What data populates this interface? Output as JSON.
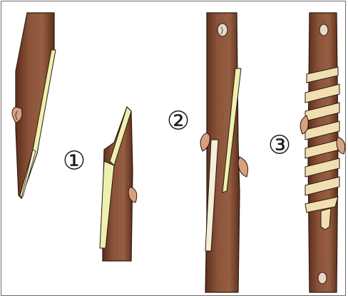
{
  "steps": [
    {
      "label": "①"
    },
    {
      "label": "②"
    },
    {
      "label": "③"
    }
  ],
  "colors": {
    "bark": "#8a5038",
    "bark_dark": "#5a2d1c",
    "cambium": "#eef0b0",
    "wood_light": "#f4efd8",
    "bud": "#d9a080",
    "tape": "#f0dfb0",
    "outline": "#2a1810"
  }
}
